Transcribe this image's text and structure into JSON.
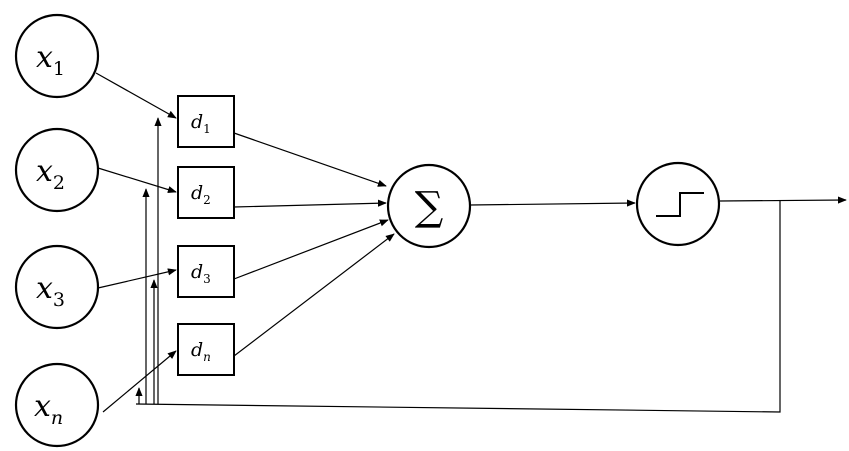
{
  "inputs": [
    {
      "var": "x",
      "sub": "1"
    },
    {
      "var": "x",
      "sub": "2"
    },
    {
      "var": "x",
      "sub": "3"
    },
    {
      "var": "x",
      "sub": "n"
    }
  ],
  "delays": [
    {
      "var": "d",
      "sub": "1"
    },
    {
      "var": "d",
      "sub": "2"
    },
    {
      "var": "d",
      "sub": "3"
    },
    {
      "var": "d",
      "sub": "n"
    }
  ],
  "summation": {
    "symbol": "∑"
  },
  "activation": {
    "icon": "step-function-icon"
  }
}
